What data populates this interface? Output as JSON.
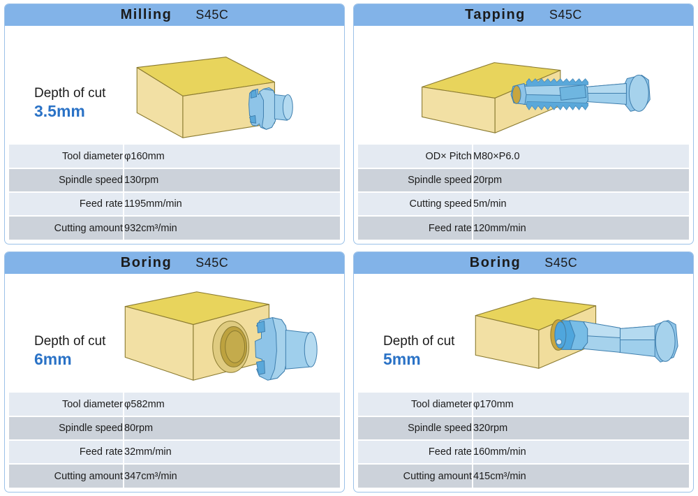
{
  "colors": {
    "header_bg": "#82b3e8",
    "card_border": "#9bc1e8",
    "accent_blue": "#2a72c6",
    "row_light": "#e4eaf2",
    "row_dark": "#ccd2da",
    "block_top": "#e8d45c",
    "block_front": "#f2e0a4",
    "block_side": "#ede0b0",
    "tool_blue": "#8ec4e8",
    "tool_blue_dark": "#5aa8da"
  },
  "cards": [
    {
      "title": "Milling",
      "material": "S45C",
      "depth_label": "Depth of cut",
      "depth_value": "3.5mm",
      "illustration": "milling-block-with-facemill",
      "specs": [
        {
          "label": "Tool diameter",
          "value": "φ160mm"
        },
        {
          "label": "Spindle speed",
          "value": "130rpm"
        },
        {
          "label": "Feed rate",
          "value": "1195mm/min"
        },
        {
          "label": "Cutting amount",
          "value": "932cm³/min"
        }
      ]
    },
    {
      "title": "Tapping",
      "material": "S45C",
      "depth_label": "",
      "depth_value": "",
      "illustration": "tapping-block-with-tap",
      "specs": [
        {
          "label": "OD× Pitch",
          "value": "M80×P6.0"
        },
        {
          "label": "Spindle speed",
          "value": "20rpm"
        },
        {
          "label": "Cutting speed",
          "value": "5m/min"
        },
        {
          "label": "Feed rate",
          "value": "120mm/min"
        }
      ]
    },
    {
      "title": "Boring",
      "material": "S45C",
      "depth_label": "Depth of cut",
      "depth_value": "6mm",
      "illustration": "boring-block-with-bored-hole",
      "specs": [
        {
          "label": "Tool diameter",
          "value": "φ582mm"
        },
        {
          "label": "Spindle speed",
          "value": "80rpm"
        },
        {
          "label": "Feed rate",
          "value": "32mm/min"
        },
        {
          "label": "Cutting amount",
          "value": "347cm³/min"
        }
      ]
    },
    {
      "title": "Boring",
      "material": "S45C",
      "depth_label": "Depth of cut",
      "depth_value": "5mm",
      "illustration": "boring-block-with-boring-bar",
      "specs": [
        {
          "label": "Tool diameter",
          "value": "φ170mm"
        },
        {
          "label": "Spindle speed",
          "value": "320rpm"
        },
        {
          "label": "Feed rate",
          "value": "160mm/min"
        },
        {
          "label": "Cutting amount",
          "value": "415cm³/min"
        }
      ]
    }
  ]
}
